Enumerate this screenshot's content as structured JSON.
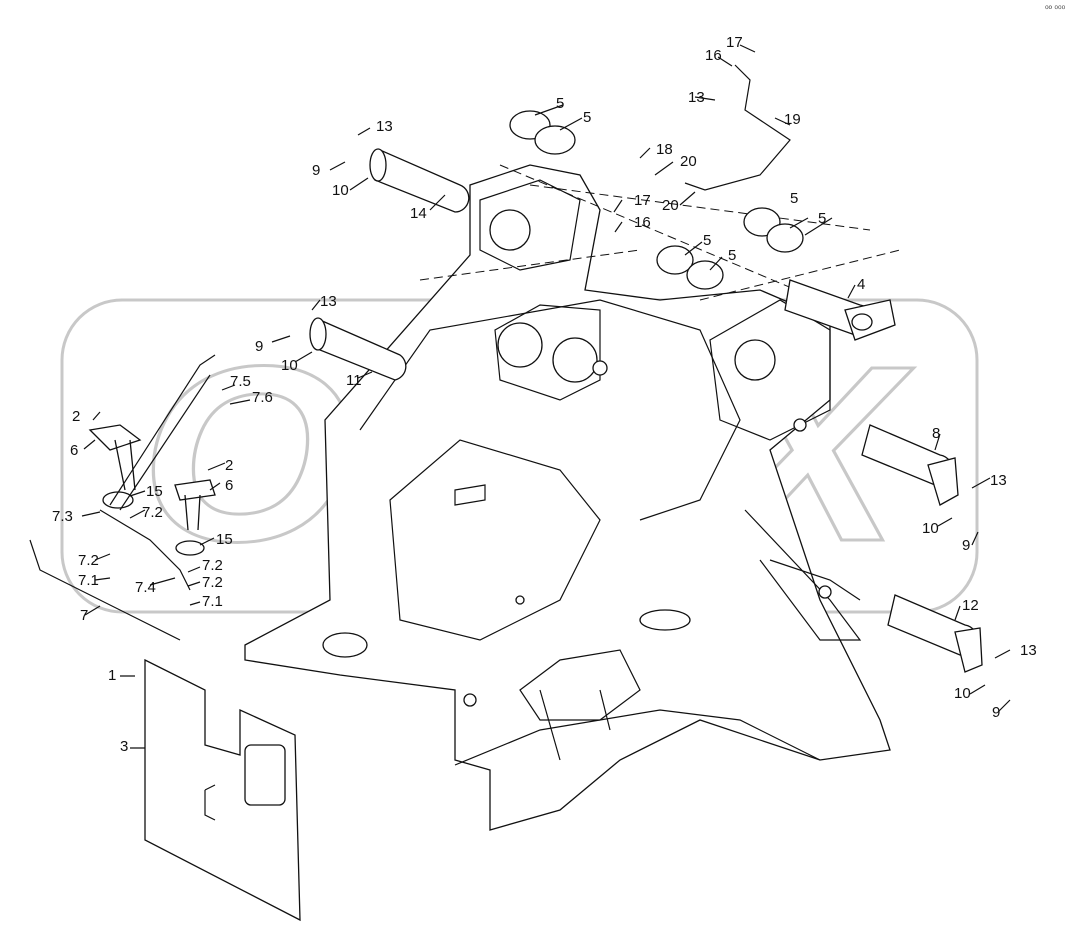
{
  "corner_mark": "⁰º ⁰⁰⁰",
  "watermark": "OPEX",
  "callouts": [
    {
      "id": "c-17a",
      "text": "17"
    },
    {
      "id": "c-16a",
      "text": "16"
    },
    {
      "id": "c-13a",
      "text": "13"
    },
    {
      "id": "c-19",
      "text": "19"
    },
    {
      "id": "c-5a",
      "text": "5"
    },
    {
      "id": "c-5b",
      "text": "5"
    },
    {
      "id": "c-13b",
      "text": "13"
    },
    {
      "id": "c-9a",
      "text": "9"
    },
    {
      "id": "c-10a",
      "text": "10"
    },
    {
      "id": "c-14",
      "text": "14"
    },
    {
      "id": "c-18",
      "text": "18"
    },
    {
      "id": "c-20a",
      "text": "20"
    },
    {
      "id": "c-20b",
      "text": "20"
    },
    {
      "id": "c-17b",
      "text": "17"
    },
    {
      "id": "c-16b",
      "text": "16"
    },
    {
      "id": "c-5c",
      "text": "5"
    },
    {
      "id": "c-5d",
      "text": "5"
    },
    {
      "id": "c-5e",
      "text": "5"
    },
    {
      "id": "c-5f",
      "text": "5"
    },
    {
      "id": "c-4",
      "text": "4"
    },
    {
      "id": "c-13c",
      "text": "13"
    },
    {
      "id": "c-9b",
      "text": "9"
    },
    {
      "id": "c-10b",
      "text": "10"
    },
    {
      "id": "c-11",
      "text": "11"
    },
    {
      "id": "c-7-5",
      "text": "7.5"
    },
    {
      "id": "c-7-6",
      "text": "7.6"
    },
    {
      "id": "c-2a",
      "text": "2"
    },
    {
      "id": "c-6a",
      "text": "6"
    },
    {
      "id": "c-2b",
      "text": "2"
    },
    {
      "id": "c-6b",
      "text": "6"
    },
    {
      "id": "c-15a",
      "text": "15"
    },
    {
      "id": "c-7-3",
      "text": "7.3"
    },
    {
      "id": "c-7-2a",
      "text": "7.2"
    },
    {
      "id": "c-15b",
      "text": "15"
    },
    {
      "id": "c-7-2b",
      "text": "7.2"
    },
    {
      "id": "c-7-2c",
      "text": "7.2"
    },
    {
      "id": "c-7-1a",
      "text": "7.1"
    },
    {
      "id": "c-7-4",
      "text": "7.4"
    },
    {
      "id": "c-7-2d",
      "text": "7.2"
    },
    {
      "id": "c-7-1b",
      "text": "7.1"
    },
    {
      "id": "c-7",
      "text": "7"
    },
    {
      "id": "c-8",
      "text": "8"
    },
    {
      "id": "c-13d",
      "text": "13"
    },
    {
      "id": "c-10c",
      "text": "10"
    },
    {
      "id": "c-9c",
      "text": "9"
    },
    {
      "id": "c-12",
      "text": "12"
    },
    {
      "id": "c-13e",
      "text": "13"
    },
    {
      "id": "c-10d",
      "text": "10"
    },
    {
      "id": "c-9d",
      "text": "9"
    },
    {
      "id": "c-1",
      "text": "1"
    },
    {
      "id": "c-3",
      "text": "3"
    }
  ]
}
